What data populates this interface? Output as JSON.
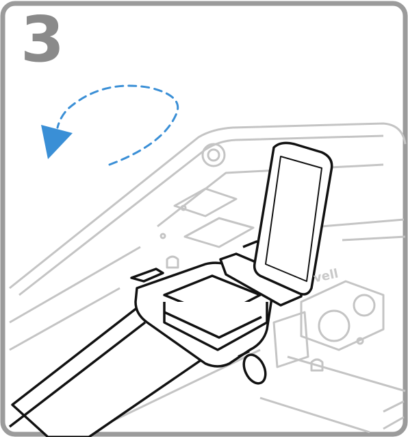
{
  "step": {
    "number": "3"
  },
  "device": {
    "brand_fragment": "vell"
  },
  "colors": {
    "frame": "#9b9b9b",
    "arrow": "#3a8fd6",
    "device_line": "#c4c4c4",
    "strap_line": "#111111"
  },
  "icons": {
    "direction": "curved-dashed-arrow-counterclockwise"
  }
}
